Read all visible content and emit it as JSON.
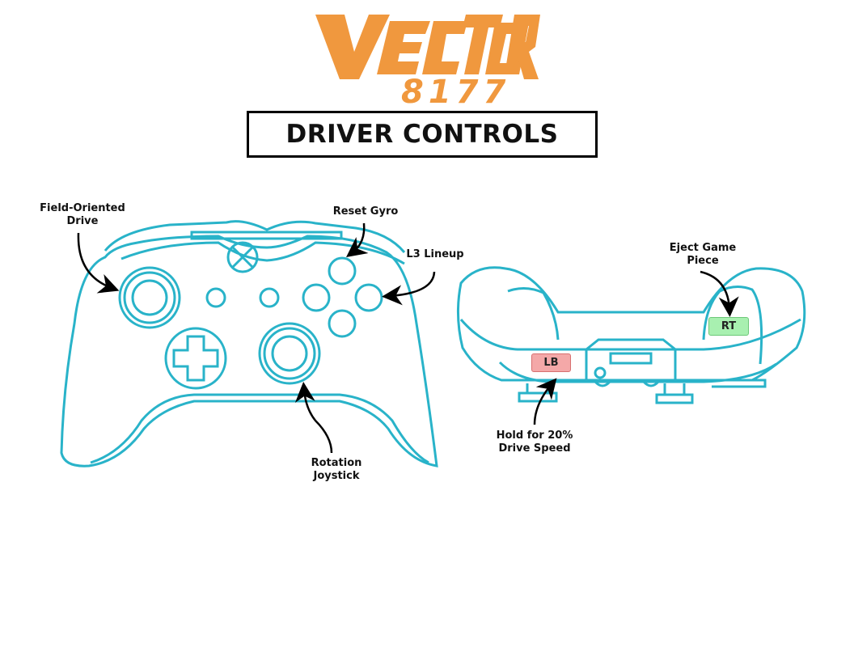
{
  "logo": {
    "brand": "VECTOR",
    "number": "8177",
    "color": "#f0983e"
  },
  "title": "DRIVER CONTROLS",
  "colors": {
    "outline": "#29b3c9",
    "lb_fill": "#f4a8a8",
    "lb_border": "#d87070",
    "rt_fill": "#a8f0b0",
    "rt_border": "#6cc878"
  },
  "labels": {
    "field_oriented": "Field-Oriented\nDrive",
    "reset_gyro": "Reset Gyro",
    "l3_lineup": "L3 Lineup",
    "rotation": "Rotation\nJoystick",
    "eject": "Eject Game\nPiece",
    "hold": "Hold for 20%\nDrive Speed"
  },
  "tags": {
    "lb": "LB",
    "rt": "RT"
  }
}
